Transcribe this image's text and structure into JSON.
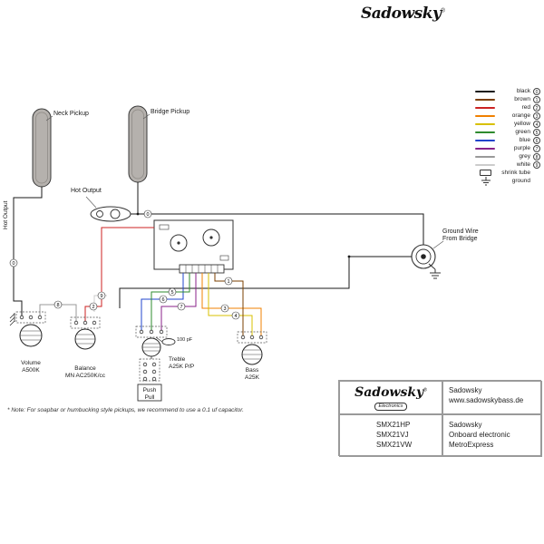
{
  "page": {
    "logo_top": "Sadowsky",
    "registered": "®"
  },
  "legend": {
    "items": [
      {
        "label": "black",
        "num": "0",
        "color": "#1a1a1a"
      },
      {
        "label": "brown",
        "num": "1",
        "color": "#7b3f00"
      },
      {
        "label": "red",
        "num": "2",
        "color": "#cc2222"
      },
      {
        "label": "orange",
        "num": "3",
        "color": "#f08000"
      },
      {
        "label": "yellow",
        "num": "4",
        "color": "#d8c000"
      },
      {
        "label": "green",
        "num": "5",
        "color": "#2e8b2e"
      },
      {
        "label": "blue",
        "num": "6",
        "color": "#2244cc"
      },
      {
        "label": "purple",
        "num": "7",
        "color": "#882288"
      },
      {
        "label": "grey",
        "num": "8",
        "color": "#999999"
      },
      {
        "label": "white",
        "num": "9",
        "color": "#cccccc"
      }
    ],
    "shrink_tube": "shrink tube",
    "ground": "ground"
  },
  "labels": {
    "neck_pickup": "Neck Pickup",
    "bridge_pickup": "Bridge Pickup",
    "hot_output_left": "Hot Output",
    "hot_output_mid": "Hot Output",
    "ground_wire_line1": "Ground Wire",
    "ground_wire_line2": "From Bridge",
    "volume_name": "Volume",
    "volume_value": "A500K",
    "balance_name": "Balance",
    "balance_value": "MN AC250K/cc",
    "treble_name": "Treble",
    "treble_value": "A25K P/P",
    "push_pull_line1": "Push",
    "push_pull_line2": "Pull",
    "bass_name": "Bass",
    "bass_value": "A25K",
    "cap_value": "100 pF"
  },
  "markers": [
    {
      "num": "0"
    },
    {
      "num": "0"
    },
    {
      "num": "2"
    },
    {
      "num": "8"
    },
    {
      "num": "9"
    },
    {
      "num": "6"
    },
    {
      "num": "5"
    },
    {
      "num": "7"
    },
    {
      "num": "3"
    },
    {
      "num": "4"
    },
    {
      "num": "1"
    }
  ],
  "note": "* Note: For soapbar or humbucking style pickups, we recommend to use a 0.1 uf capacitor.",
  "footer": {
    "logo": "Sadowsky",
    "logo_sub": "Electronics",
    "registered": "®",
    "company": "Sadowsky",
    "website": "www.sadowskybass.de",
    "models": [
      "SMX21HP",
      "SMX21VJ",
      "SMX21VW"
    ],
    "product": [
      "Sadowsky",
      "Onboard electronic",
      "MetroExpress"
    ]
  }
}
